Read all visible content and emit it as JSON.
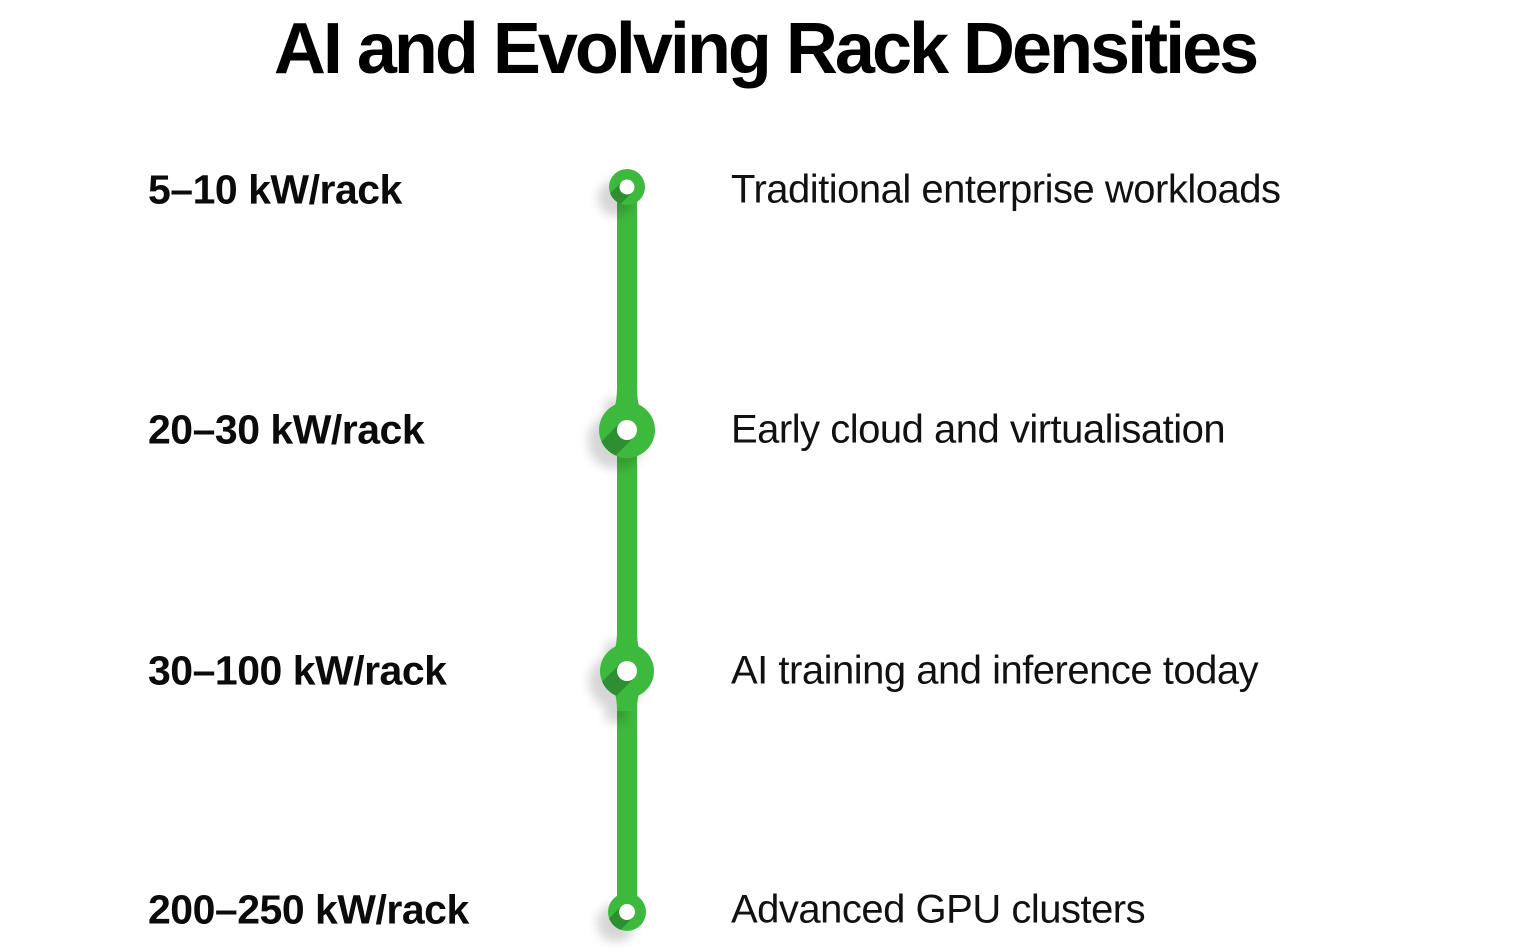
{
  "title": "AI and Evolving Rack Densities",
  "colors": {
    "accent_green": "#3eb93c",
    "node_shadow_green": "#2e8f33",
    "text": "#0d0d0d",
    "background": "#ffffff"
  },
  "chart_data": {
    "type": "table",
    "title": "AI and Evolving Rack Densities",
    "categories": [
      "Traditional enterprise workloads",
      "Early cloud and virtualisation",
      "AI training and inference today",
      "Advanced GPU clusters"
    ],
    "values_kw_per_rack": [
      [
        5,
        10
      ],
      [
        20,
        30
      ],
      [
        30,
        100
      ],
      [
        200,
        250
      ]
    ],
    "unit": "kW/rack"
  },
  "timeline": {
    "items": [
      {
        "range": "5–10 kW/rack",
        "description": "Traditional enterprise workloads"
      },
      {
        "range": "20–30 kW/rack",
        "description": "Early cloud and virtualisation"
      },
      {
        "range": "30–100 kW/rack",
        "description": "AI training and inference today"
      },
      {
        "range": "200–250 kW/rack",
        "description": "Advanced GPU clusters"
      }
    ]
  }
}
